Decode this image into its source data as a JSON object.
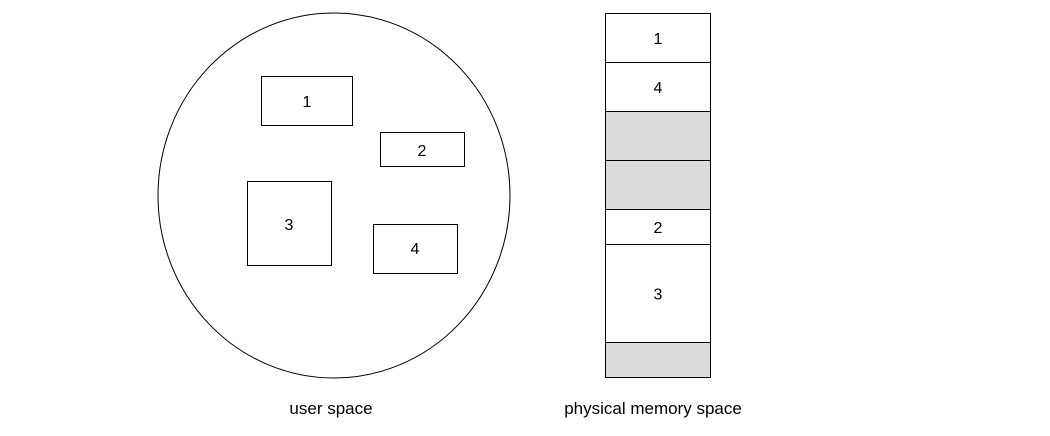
{
  "diagram": {
    "user_space": {
      "caption": "user space",
      "blocks": [
        {
          "label": "1"
        },
        {
          "label": "2"
        },
        {
          "label": "3"
        },
        {
          "label": "4"
        }
      ]
    },
    "physical_memory": {
      "caption": "physical memory space",
      "segments": [
        {
          "label": "1",
          "free": false
        },
        {
          "label": "4",
          "free": false
        },
        {
          "label": "",
          "free": true
        },
        {
          "label": "",
          "free": true
        },
        {
          "label": "2",
          "free": false
        },
        {
          "label": "3",
          "free": false
        },
        {
          "label": "",
          "free": true
        }
      ]
    },
    "colors": {
      "stroke": "#000000",
      "free_fill": "#dcdcdc",
      "used_fill": "#ffffff"
    }
  }
}
